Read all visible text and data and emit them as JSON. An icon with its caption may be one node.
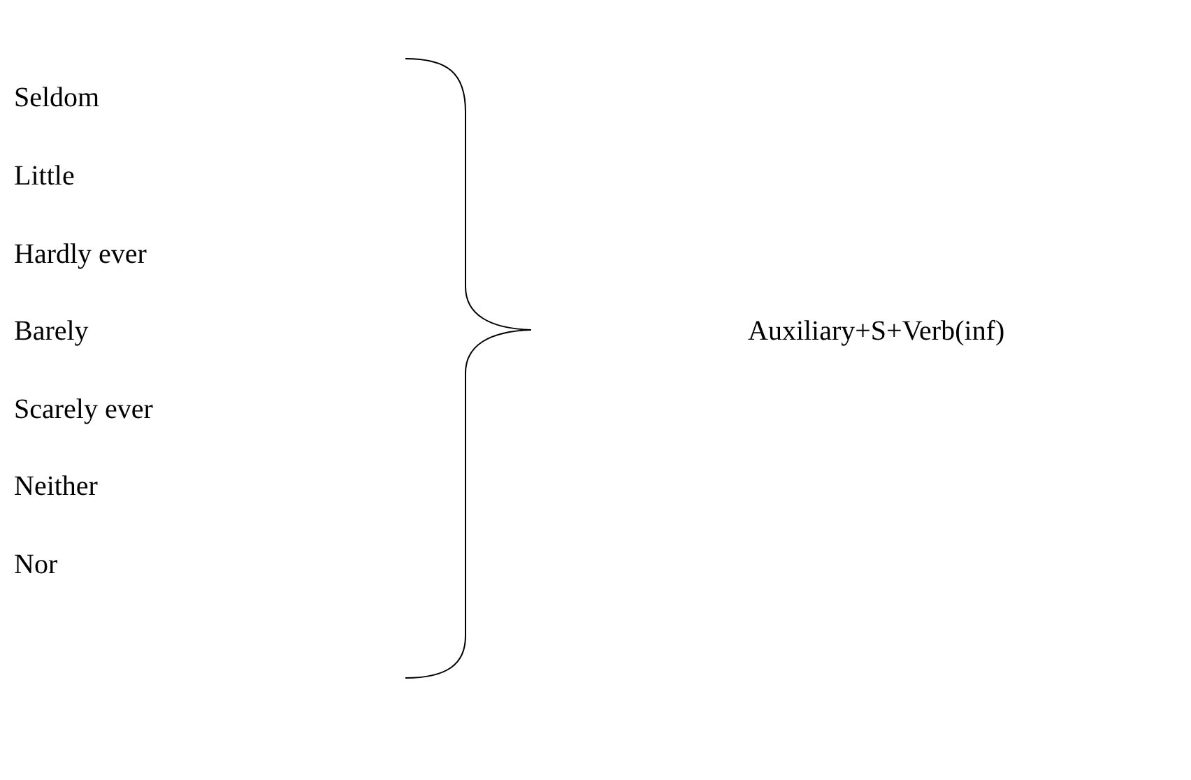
{
  "diagram": {
    "labels": [
      "Seldom",
      "Little",
      "Hardly ever",
      "Barely",
      "Scarely ever",
      "Neither",
      "Nor",
      "Auxiliary+S+Verb(inf)"
    ]
  }
}
